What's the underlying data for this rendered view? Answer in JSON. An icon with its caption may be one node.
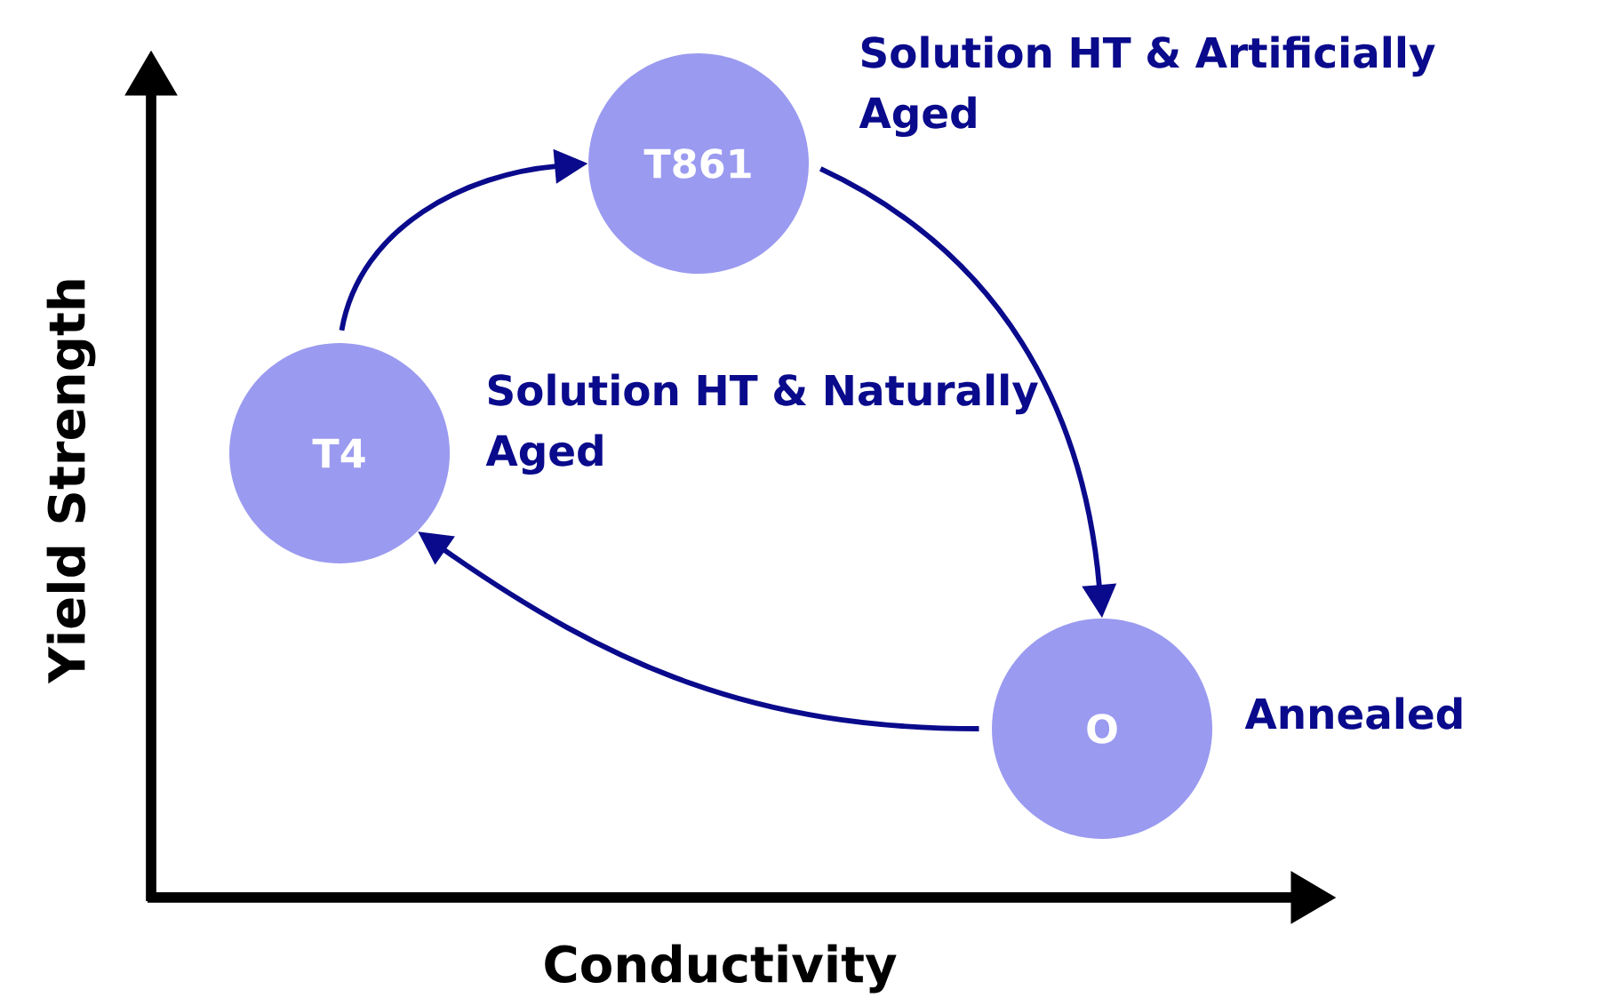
{
  "diagram": {
    "nodes": [
      {
        "text": [
          "T861"
        ],
        "beside": [
          "Solution HT & Artificially Aged"
        ]
      },
      {
        "text": [
          "T4"
        ],
        "beside": [
          "Solution HT & Naturally Aged"
        ]
      },
      {
        "text": [
          "O"
        ],
        "beside": [
          "Annealed"
        ]
      }
    ],
    "edges": [
      {
        "from": 1,
        "to": 0,
        "arrow": "to"
      },
      {
        "from": 0,
        "to": 2,
        "arrow": "to"
      },
      {
        "from": 2,
        "to": 1,
        "arrow": "to"
      }
    ],
    "labels": [
      "Yield Strength",
      "Conductivity"
    ]
  }
}
